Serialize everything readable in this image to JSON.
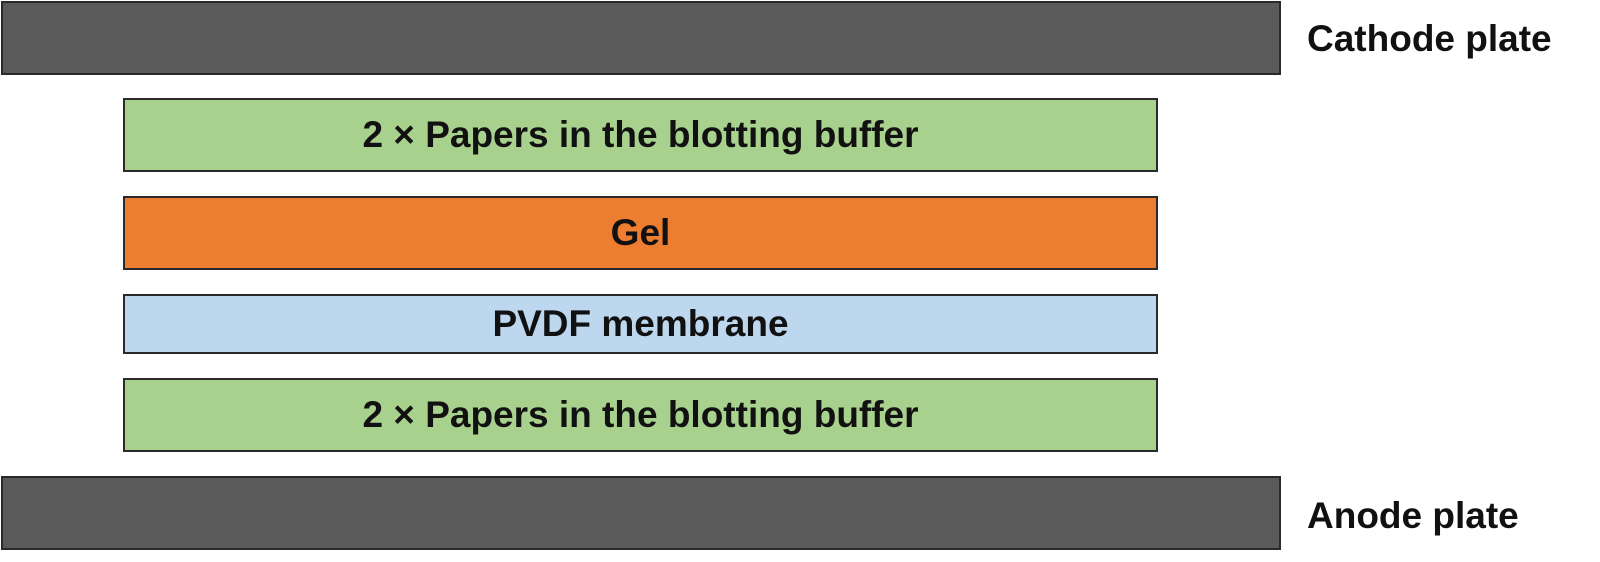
{
  "stack": {
    "cathode": {
      "label": "Cathode plate",
      "color": "#5a5a5a"
    },
    "paper_top": {
      "label": "2 × Papers in the blotting buffer",
      "color": "#a9d18e"
    },
    "gel": {
      "label": "Gel",
      "color": "#ed7d31"
    },
    "membrane": {
      "label": "PVDF membrane",
      "color": "#bdd7ee"
    },
    "paper_bottom": {
      "label": "2 × Papers in the blotting buffer",
      "color": "#a9d18e"
    },
    "anode": {
      "label": "Anode plate",
      "color": "#5a5a5a"
    }
  }
}
